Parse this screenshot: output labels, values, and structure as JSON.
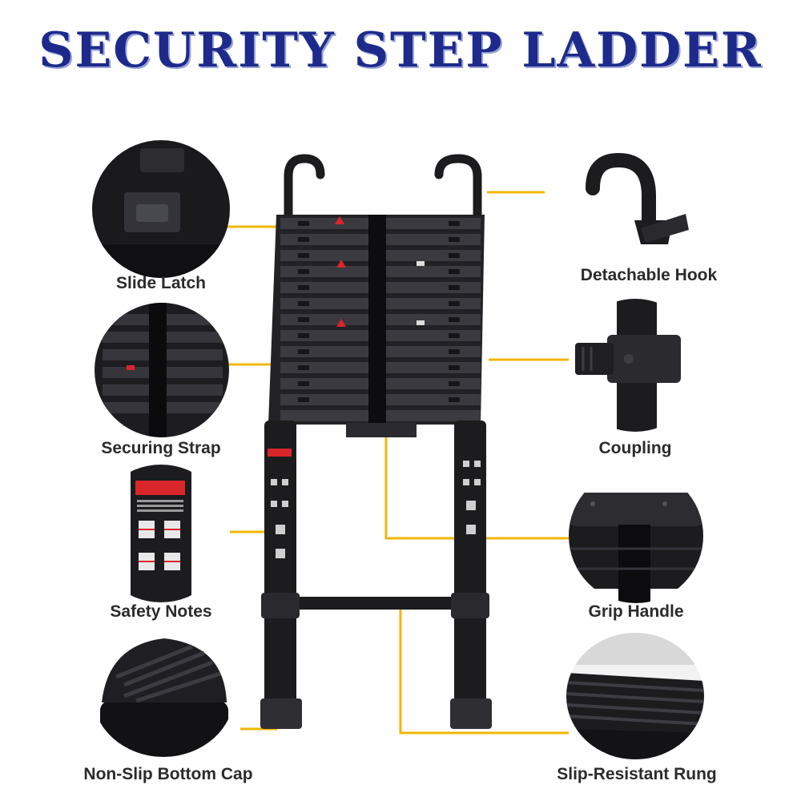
{
  "title": "SECURITY STEP LADDER",
  "colors": {
    "title": "#1d2a8c",
    "connector": "#f2b705",
    "ladder": "#1c1c1e",
    "label": "#2b2b2b"
  },
  "features": {
    "slide_latch": "Slide Latch",
    "securing_strap": "Securing Strap",
    "safety_notes": "Safety Notes",
    "non_slip_bottom_cap": "Non-Slip Bottom Cap",
    "detachable_hook": "Detachable Hook",
    "coupling": "Coupling",
    "grip_handle": "Grip Handle",
    "slip_resistant_rung": "Slip-Resistant Rung"
  }
}
